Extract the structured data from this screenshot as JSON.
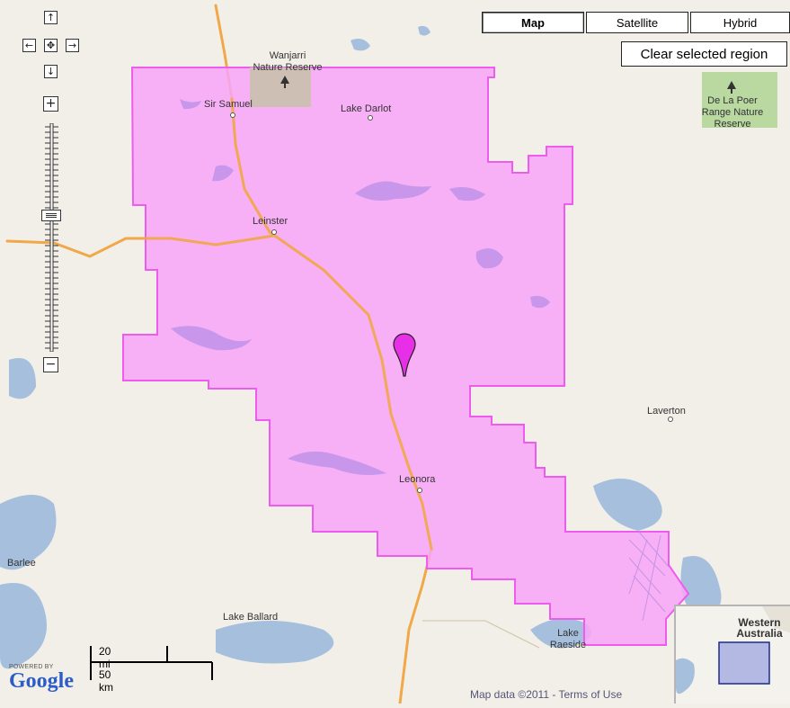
{
  "map_types": {
    "map": "Map",
    "satellite": "Satellite",
    "hybrid": "Hybrid",
    "active": "Map"
  },
  "clear_button": "Clear selected region",
  "nav": {
    "up": "↑",
    "down": "↓",
    "left": "←",
    "right": "→",
    "center": "✥"
  },
  "zoom": {
    "in": "+",
    "out": "−",
    "level_fraction": 0.6
  },
  "places": {
    "wanjarri_1": "Wanjarri",
    "wanjarri_2": "Nature Reserve",
    "sir_samuel": "Sir Samuel",
    "lake_darlot": "Lake Darlot",
    "delapoer_1": "De La Poer",
    "delapoer_2": "Range Nature",
    "delapoer_3": "Reserve",
    "leinster": "Leinster",
    "laverton": "Laverton",
    "leonora": "Leonora",
    "barlee": "Barlee",
    "lake_ballard": "Lake Ballard",
    "lake_raeside_1": "Lake",
    "lake_raeside_2": "Raeside"
  },
  "scale": {
    "miles": "20 mi",
    "km": "50 km"
  },
  "copyright": {
    "data": "Map data ©2011",
    "sep": " - ",
    "terms": "Terms of Use"
  },
  "logo": {
    "powered": "POWERED BY",
    "google": "Google"
  },
  "overview": {
    "label_1": "Western",
    "label_2": "Australia"
  },
  "colors": {
    "land": "#f2efe9",
    "water": "#a5bfdd",
    "region_fill": "#f8a4f8",
    "region_stroke": "#ee5cee",
    "road": "#f0a848",
    "park": "#cdbfb3",
    "reserve_green": "#b9d9a0",
    "marker": "#e82fe8"
  },
  "icons": [
    "pan-up-icon",
    "pan-down-icon",
    "pan-left-icon",
    "pan-right-icon",
    "pan-center-icon",
    "zoom-in-icon",
    "zoom-out-icon",
    "tree-icon",
    "map-marker-icon"
  ]
}
